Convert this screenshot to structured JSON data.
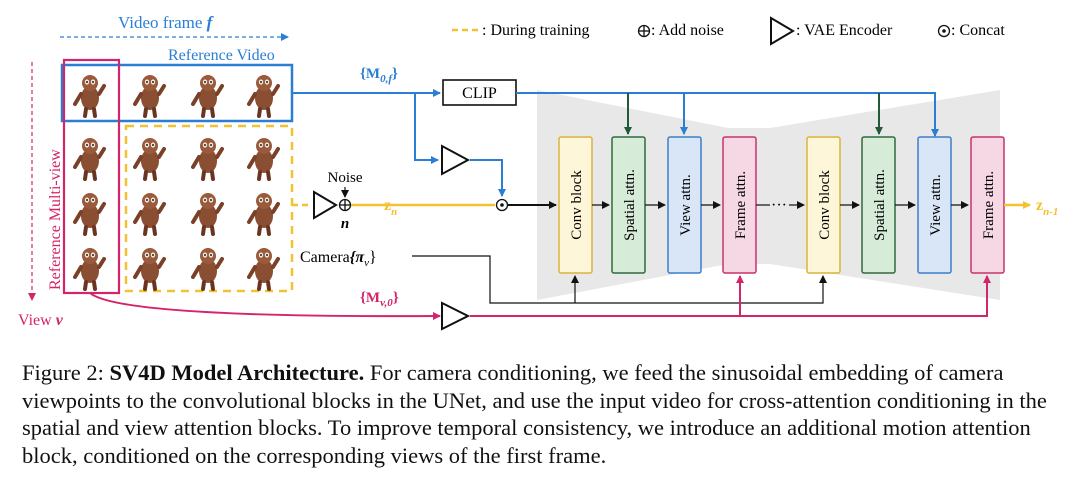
{
  "figure": {
    "video_frame_label": "Video frame",
    "video_frame_symbol": "f",
    "reference_video_label": "Reference Video",
    "reference_multiview_label": "Reference Multi-view",
    "view_label": "View",
    "view_symbol": "v",
    "legend": {
      "during_training": ": During training",
      "add_noise": ": Add noise",
      "vae_encoder": ": VAE Encoder",
      "concat": ": Concat"
    },
    "clip_label": "CLIP",
    "noise_label": "Noise",
    "noise_symbol": "n",
    "z_in": "z",
    "z_in_sub": "n",
    "z_out": "z",
    "z_out_sub": "n-1",
    "camera_label": "Camera",
    "camera_symbol": "{π",
    "camera_sub": "v",
    "camera_close": "}",
    "m_top": "{M",
    "m_top_sub": "0,f",
    "m_bottom": "{M",
    "m_bottom_sub": "v,0",
    "m_close": "}",
    "ellipsis": "···",
    "blocks": [
      "Conv block",
      "Spatial attn.",
      "View attn.",
      "Frame attn.",
      "Conv block",
      "Spatial attn.",
      "View attn.",
      "Frame attn."
    ],
    "colors": {
      "blue": "#2a7fd4",
      "pink": "#d4246a",
      "yellow": "#f2c230",
      "conv_fill": "#fdf6d8",
      "conv_stroke": "#d9b43a",
      "spatial_fill": "#d6ecd8",
      "spatial_stroke": "#2f6b3c",
      "view_fill": "#d8e6f7",
      "view_stroke": "#3d7ec9",
      "frame_fill": "#f6d7e4",
      "frame_stroke": "#c8326f"
    }
  },
  "caption": {
    "prefix": "Figure 2: ",
    "title": "SV4D Model Architecture.",
    "body": " For camera conditioning, we feed the sinusoidal embedding of camera viewpoints to the convolutional blocks in the UNet, and use the input video for cross-attention conditioning in the spatial and view attention blocks. To improve temporal consistency, we introduce an additional motion attention block, conditioned on the corresponding views of the first frame."
  }
}
